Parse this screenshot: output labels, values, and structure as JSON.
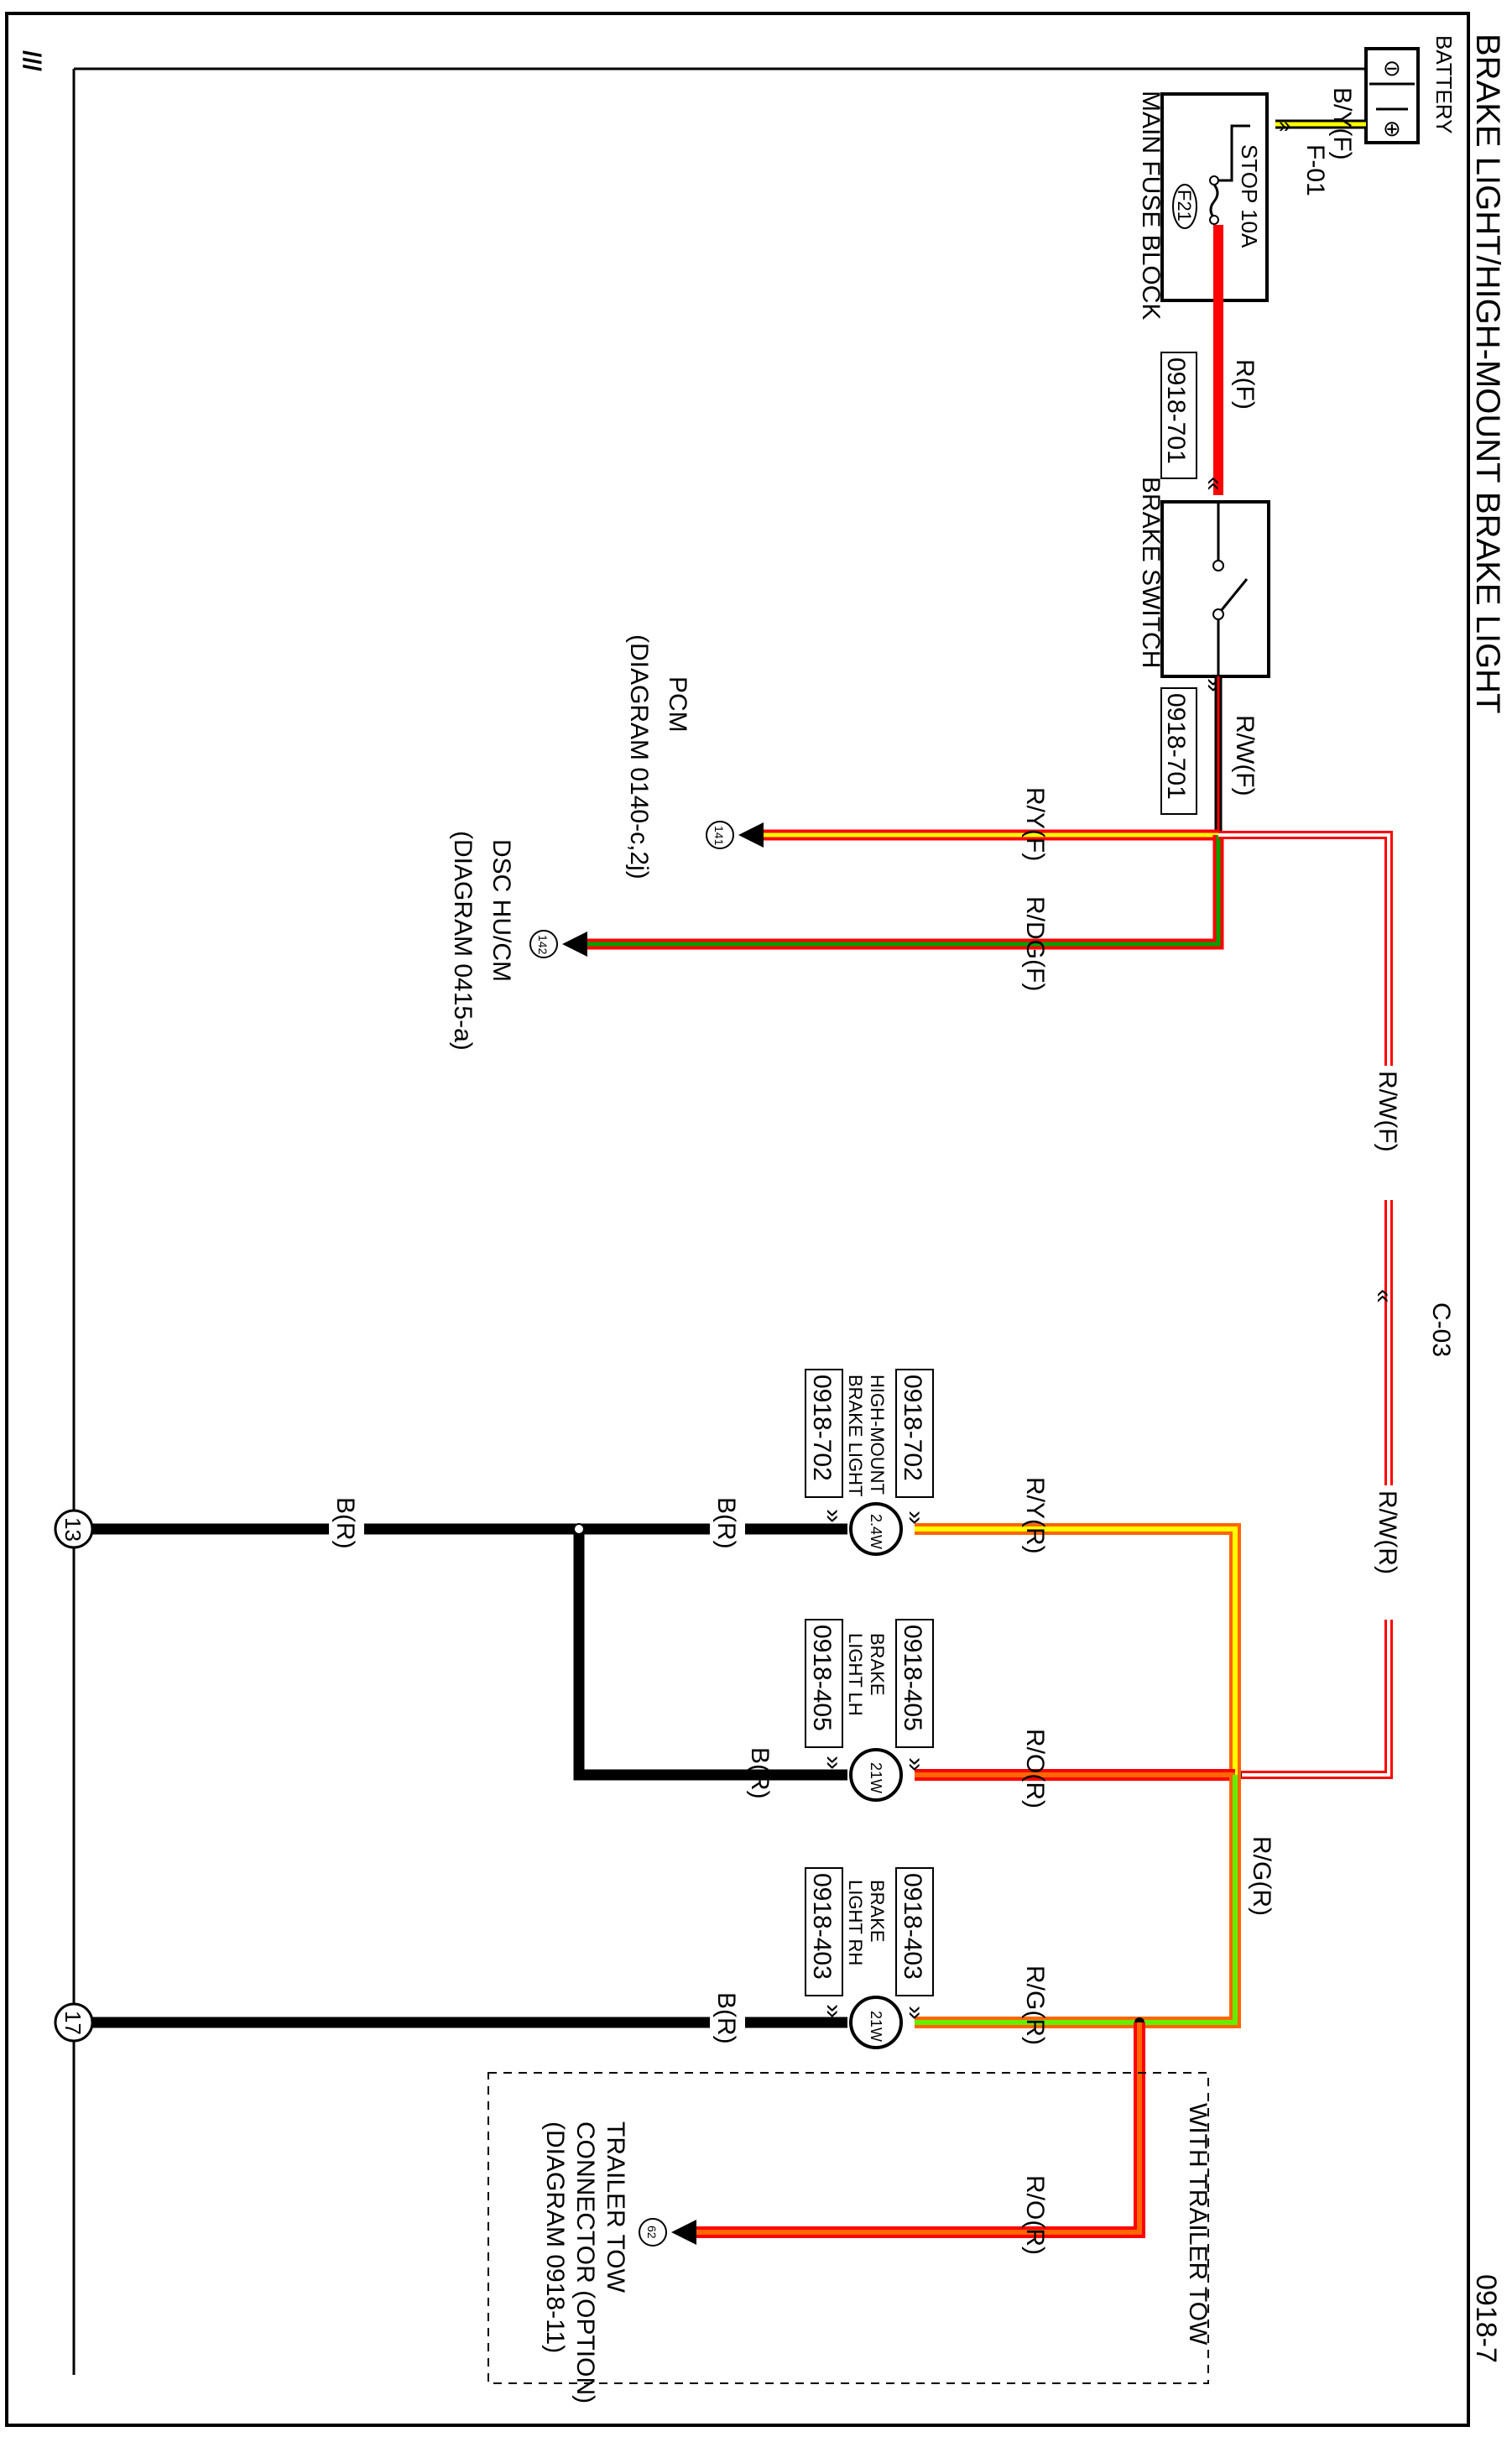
{
  "title": "BRAKE LIGHT/HIGH-MOUNT BRAKE LIGHT",
  "page_number": "0918-7",
  "battery": {
    "label": "BATTERY",
    "neg": "⊖",
    "pos": "⊕"
  },
  "fuse_block": {
    "label": "MAIN FUSE BLOCK",
    "fuse_name": "STOP 10A",
    "fuse_id": "F21",
    "connector": "F-01"
  },
  "brake_switch": {
    "label": "BRAKE SWITCH",
    "conn_in": "0918-701",
    "conn_out": "0918-701"
  },
  "wires": {
    "battery_fuse": "B/Y(F)",
    "fuse_switch": "R(F)",
    "switch_out": "R/W(F)",
    "pcm": "R/Y(F)",
    "dsc": "R/DG(F)",
    "main_f": "R/W(F)",
    "main_r": "R/W(R)",
    "hm_feed": "R/Y(R)",
    "lh_feed": "R/O(R)",
    "rh_feed": "R/G(R)",
    "rg_trunk": "R/G(R)",
    "trailer": "R/O(R)",
    "gnd_hm": "B(R)",
    "gnd_trunk": "B(R)",
    "gnd_lh": "B(R)",
    "gnd_rh": "B(R)"
  },
  "connector_c03": "C-03",
  "pcm": {
    "label": "PCM",
    "ref": "(DIAGRAM 0140-c,2j)",
    "bubble": "141"
  },
  "dsc": {
    "label": "DSC HU/CM",
    "ref": "(DIAGRAM 0415-a)",
    "bubble": "142"
  },
  "lamps": {
    "hm": {
      "conn_top": "0918-702",
      "line1": "HIGH-MOUNT",
      "line2": "BRAKE LIGHT",
      "conn_bot": "0918-702",
      "watt": "2.4W"
    },
    "lh": {
      "conn_top": "0918-405",
      "line1": "BRAKE",
      "line2": "LIGHT LH",
      "conn_bot": "0918-405",
      "watt": "21W"
    },
    "rh": {
      "conn_top": "0918-403",
      "line1": "BRAKE",
      "line2": "LIGHT RH",
      "conn_bot": "0918-403",
      "watt": "21W"
    }
  },
  "ground_points": {
    "g13": "13",
    "g17": "17"
  },
  "trailer_tow": {
    "option": "WITH TRAILER TOW",
    "line1": "TRAILER TOW",
    "line2": "CONNECTOR (OPTION)",
    "line3": "(DIAGRAM 0918-11)",
    "bubble": "62"
  },
  "ground_symbol": "///",
  "colors": {
    "red": "#ff0000",
    "yellow": "#ffff00",
    "green": "#00a000",
    "light_green": "#66ee00",
    "orange": "#ff6600",
    "black": "#000000"
  }
}
